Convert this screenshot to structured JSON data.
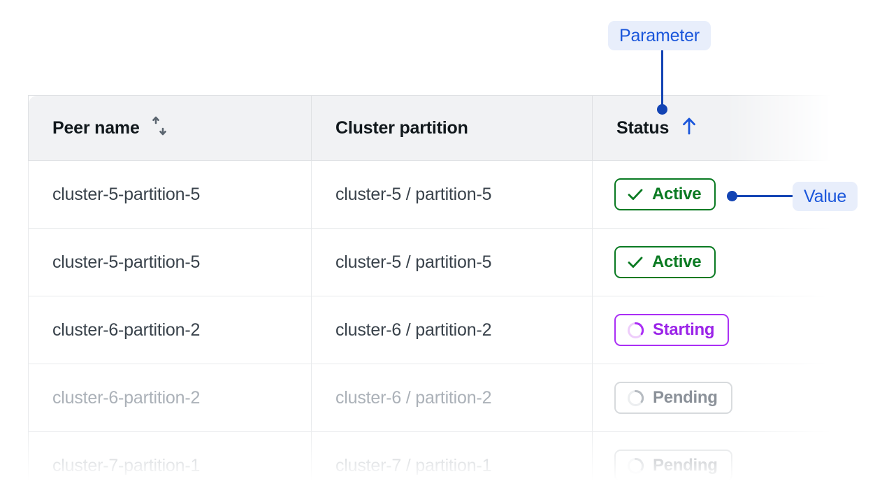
{
  "table": {
    "columns": [
      {
        "label": "Peer name",
        "sort_icon": "sort-both-icon",
        "sort_state": "none"
      },
      {
        "label": "Cluster partition",
        "sort_icon": "",
        "sort_state": "none"
      },
      {
        "label": "Status",
        "sort_icon": "sort-asc-icon",
        "sort_state": "asc"
      }
    ],
    "rows": [
      {
        "peer_name": "cluster-5-partition-5",
        "cluster_partition": "cluster-5 / partition-5",
        "status": "Active",
        "status_kind": "active",
        "dimmed": false
      },
      {
        "peer_name": "cluster-5-partition-5",
        "cluster_partition": "cluster-5 / partition-5",
        "status": "Active",
        "status_kind": "active",
        "dimmed": false
      },
      {
        "peer_name": "cluster-6-partition-2",
        "cluster_partition": "cluster-6 / partition-2",
        "status": "Starting",
        "status_kind": "starting",
        "dimmed": false
      },
      {
        "peer_name": "cluster-6-partition-2",
        "cluster_partition": "cluster-6 / partition-2",
        "status": "Pending",
        "status_kind": "pending",
        "dimmed": true
      },
      {
        "peer_name": "cluster-7-partition-1",
        "cluster_partition": "cluster-7 / partition-1",
        "status": "Pending",
        "status_kind": "pending",
        "dimmed": true
      }
    ]
  },
  "annotations": {
    "parameter": {
      "label": "Parameter"
    },
    "value": {
      "label": "Value"
    }
  },
  "colors": {
    "annotation_blue": "#1344b4",
    "annotation_text": "#1a56db",
    "annotation_bg": "#e8eefb",
    "active_green": "#0a7a22",
    "starting_purple": "#9b24e8",
    "pending_gray": "#8b9199",
    "header_bg": "#f1f2f4",
    "cell_text": "#39424b",
    "dim_text": "#abb1b8"
  }
}
